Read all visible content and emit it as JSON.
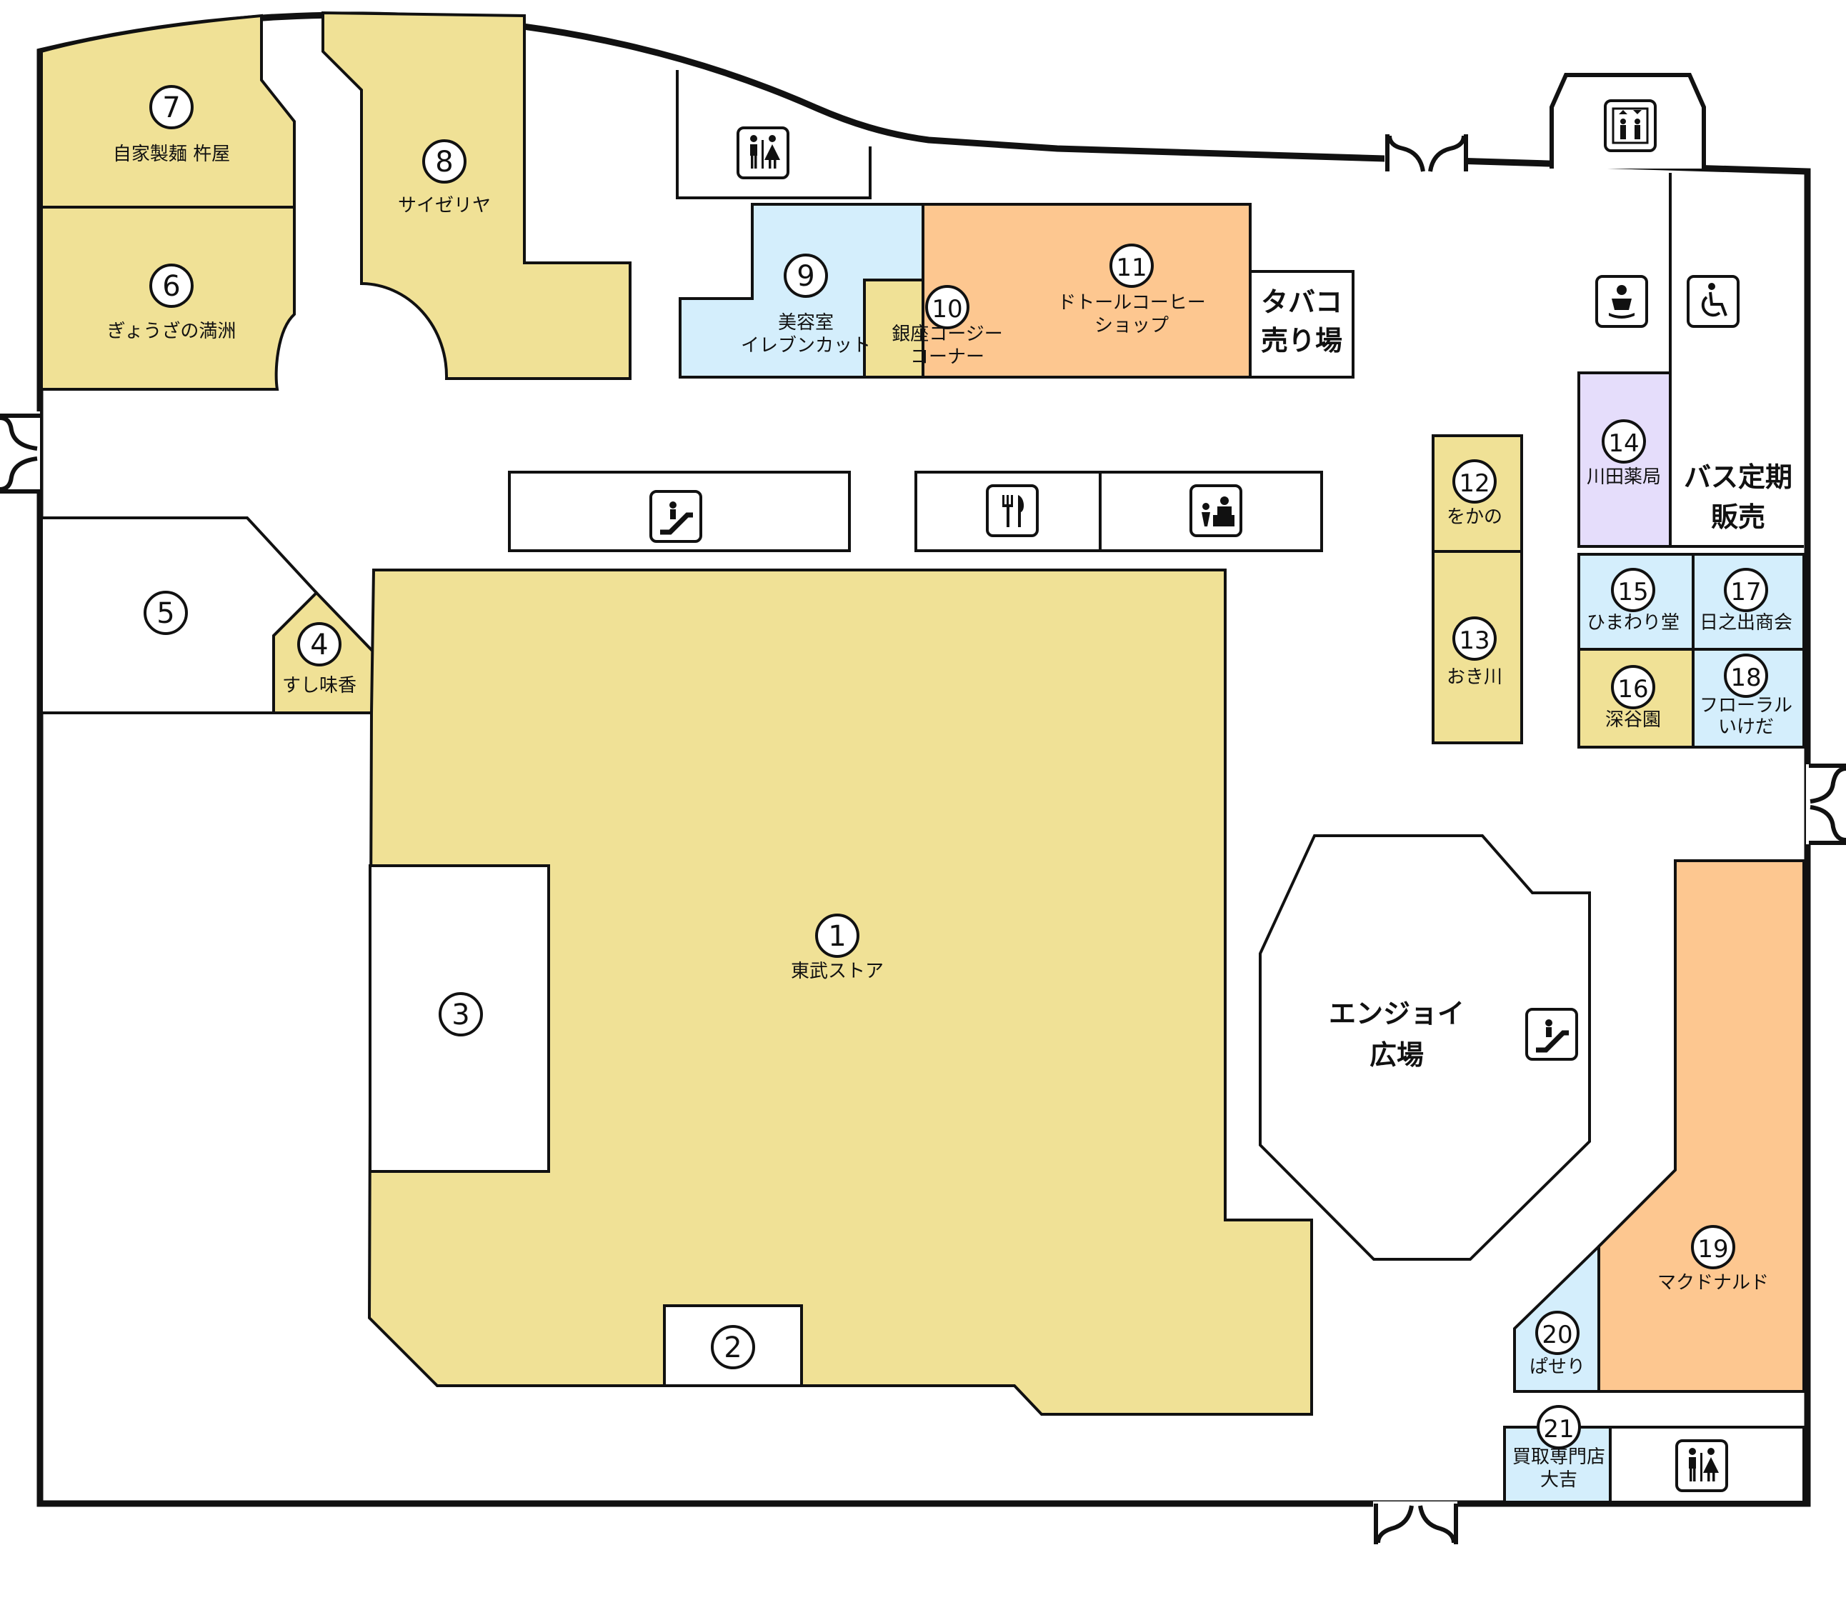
{
  "colors": {
    "food": "#F0E196",
    "service": "#D4EEFC",
    "cafe": "#FDC790",
    "pharmacy": "#E5DDFB",
    "plain": "#FFFFFF",
    "line": "#111111"
  },
  "stores": [
    {
      "num": "1",
      "name": "東武ストア"
    },
    {
      "num": "2",
      "name": ""
    },
    {
      "num": "3",
      "name": ""
    },
    {
      "num": "4",
      "name": "すし味香"
    },
    {
      "num": "5",
      "name": ""
    },
    {
      "num": "6",
      "name": "ぎょうざの満洲"
    },
    {
      "num": "7",
      "name": "自家製麺 杵屋"
    },
    {
      "num": "8",
      "name": "サイゼリヤ"
    },
    {
      "num": "9",
      "name_lines": [
        "美容室",
        "イレブンカット"
      ]
    },
    {
      "num": "10",
      "name_lines": [
        "銀座コージー",
        "コーナー"
      ]
    },
    {
      "num": "11",
      "name_lines": [
        "ドトールコーヒー",
        "ショップ"
      ]
    },
    {
      "num": "12",
      "name": "をかの"
    },
    {
      "num": "13",
      "name": "おき川"
    },
    {
      "num": "14",
      "name": "川田薬局"
    },
    {
      "num": "15",
      "name": "ひまわり堂"
    },
    {
      "num": "16",
      "name": "深谷園"
    },
    {
      "num": "17",
      "name": "日之出商会"
    },
    {
      "num": "18",
      "name_lines": [
        "フローラル",
        "いけだ"
      ]
    },
    {
      "num": "19",
      "name": "マクドナルド"
    },
    {
      "num": "20",
      "name": "ぱせり"
    },
    {
      "num": "21",
      "name_lines": [
        "買取専門店",
        "大吉"
      ]
    }
  ],
  "areas": {
    "tobacco": [
      "タバコ",
      "売り場"
    ],
    "bus_pass": [
      "バス定期",
      "販売"
    ],
    "plaza": [
      "エンジョイ",
      "広場"
    ]
  },
  "icons": [
    "restroom-icon",
    "elevator-icon",
    "baby-care-icon",
    "accessible-restroom-icon",
    "escalator-icon",
    "restaurant-icon",
    "info-desk-icon",
    "door-icon"
  ]
}
